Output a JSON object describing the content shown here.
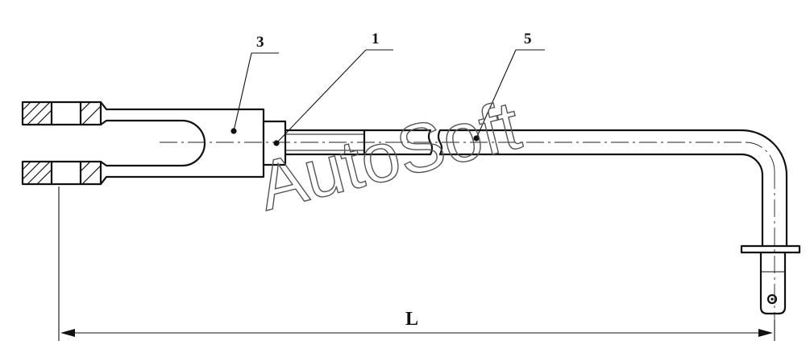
{
  "callouts": [
    {
      "id": "3",
      "label": "3"
    },
    {
      "id": "1",
      "label": "1"
    },
    {
      "id": "5",
      "label": "5"
    }
  ],
  "dimension": {
    "label": "L"
  },
  "watermark": {
    "text": "AutoSoft"
  },
  "colors": {
    "line": "#111111",
    "watermark": "#555555",
    "background": "#ffffff"
  }
}
